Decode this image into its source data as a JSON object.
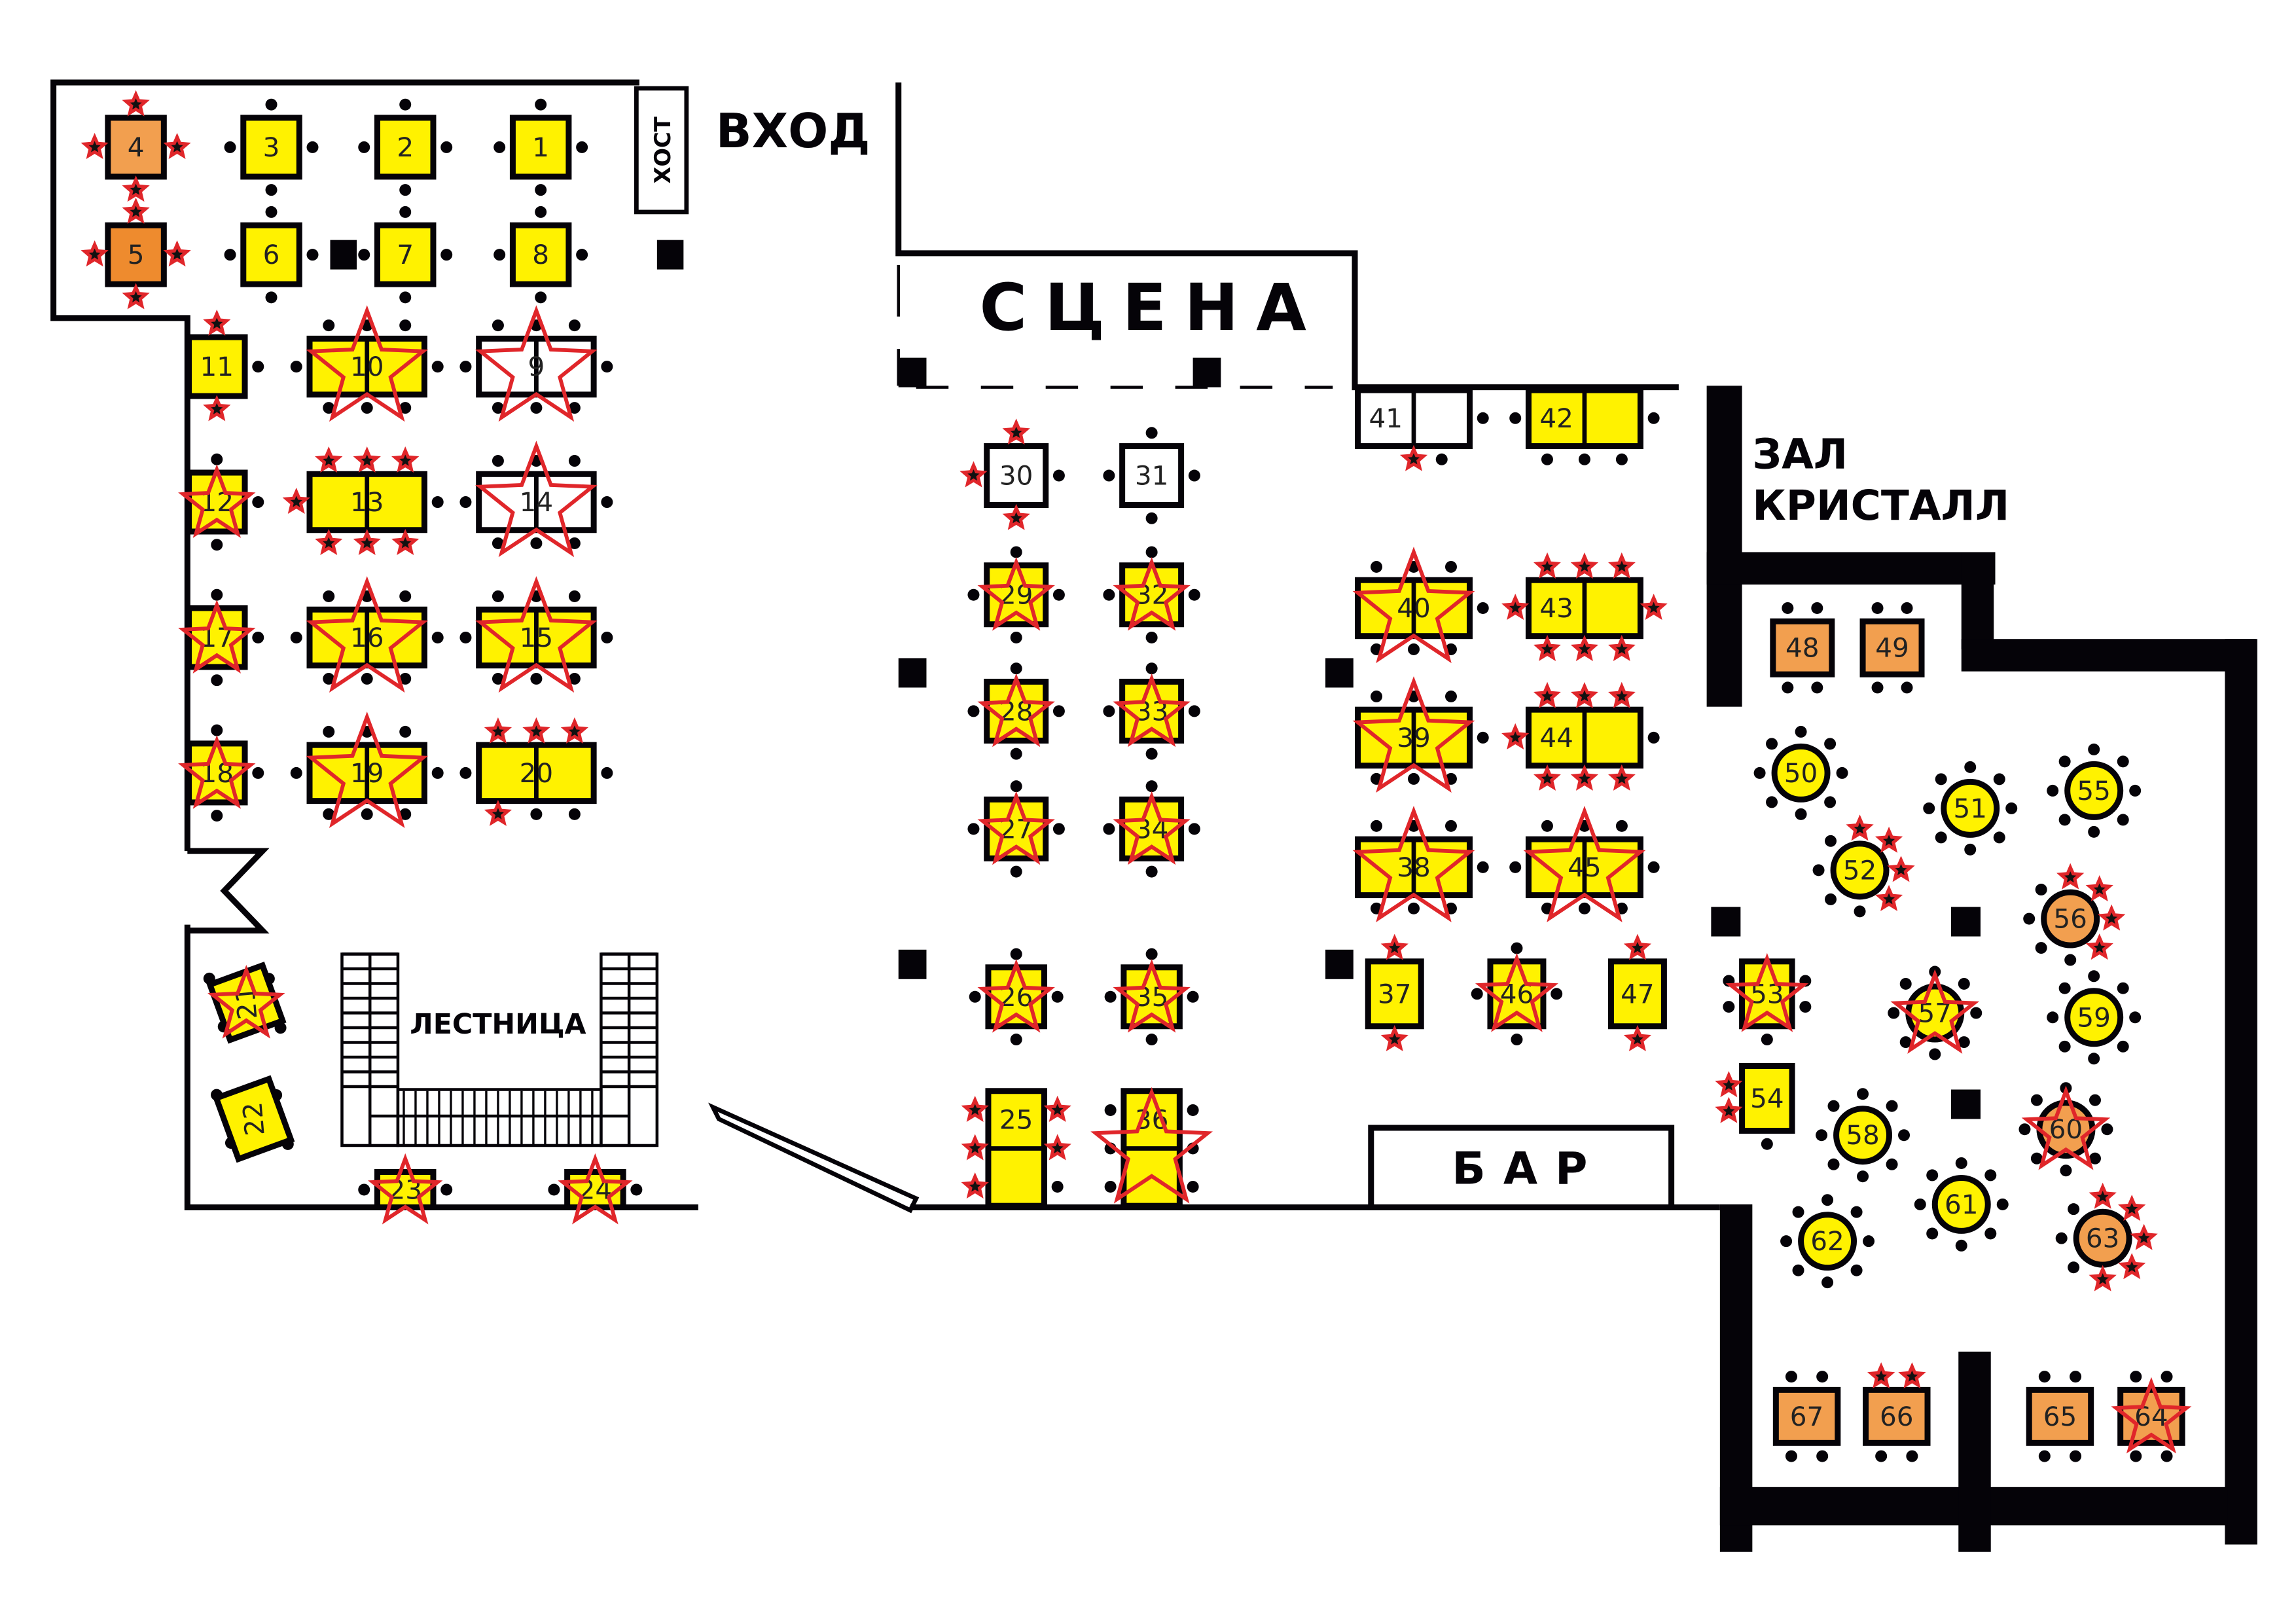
{
  "title": "План зала",
  "labels": {
    "entrance": "ВХОД",
    "host": "ХОСТ",
    "stage": "СЦЕНА",
    "hall": [
      "ЗАЛ",
      "КРИСТАЛЛ"
    ],
    "stairs": "ЛЕСТНИЦА",
    "bar": "БАР"
  },
  "colors": {
    "free": "#fff200",
    "orange": "#f29f4f",
    "orange_dark": "#ee8b2e",
    "unavailable": "#ffffff",
    "booked_mark": "#e0262a",
    "wall": "#050308"
  },
  "legend_meaning": {
    "big_star": "table booked",
    "small_star": "seat booked"
  },
  "tables": [
    {
      "id": "1",
      "color": "free",
      "booked": false,
      "seat_marks": 0
    },
    {
      "id": "2",
      "color": "free",
      "booked": false,
      "seat_marks": 0
    },
    {
      "id": "3",
      "color": "free",
      "booked": false,
      "seat_marks": 0
    },
    {
      "id": "4",
      "color": "orange",
      "booked": false,
      "seat_marks": 4
    },
    {
      "id": "5",
      "color": "orange_dark",
      "booked": false,
      "seat_marks": 4
    },
    {
      "id": "6",
      "color": "free",
      "booked": false,
      "seat_marks": 0
    },
    {
      "id": "7",
      "color": "free",
      "booked": false,
      "seat_marks": 0
    },
    {
      "id": "8",
      "color": "free",
      "booked": false,
      "seat_marks": 0
    },
    {
      "id": "9",
      "color": "unavailable",
      "booked": true,
      "seat_marks": 0
    },
    {
      "id": "10",
      "color": "free",
      "booked": true,
      "seat_marks": 0
    },
    {
      "id": "11",
      "color": "free",
      "booked": false,
      "seat_marks": 2
    },
    {
      "id": "12",
      "color": "free",
      "booked": true,
      "seat_marks": 0
    },
    {
      "id": "13",
      "color": "free",
      "booked": false,
      "seat_marks": 7
    },
    {
      "id": "14",
      "color": "unavailable",
      "booked": true,
      "seat_marks": 0
    },
    {
      "id": "15",
      "color": "free",
      "booked": true,
      "seat_marks": 0
    },
    {
      "id": "16",
      "color": "free",
      "booked": true,
      "seat_marks": 0
    },
    {
      "id": "17",
      "color": "free",
      "booked": true,
      "seat_marks": 0
    },
    {
      "id": "18",
      "color": "free",
      "booked": true,
      "seat_marks": 0
    },
    {
      "id": "19",
      "color": "free",
      "booked": true,
      "seat_marks": 0
    },
    {
      "id": "20",
      "color": "free",
      "booked": false,
      "seat_marks": 4
    },
    {
      "id": "21",
      "color": "free",
      "booked": true,
      "seat_marks": 0
    },
    {
      "id": "22",
      "color": "free",
      "booked": false,
      "seat_marks": 0
    },
    {
      "id": "23",
      "color": "free",
      "booked": true,
      "seat_marks": 0
    },
    {
      "id": "24",
      "color": "free",
      "booked": true,
      "seat_marks": 0
    },
    {
      "id": "25",
      "color": "free",
      "booked": false,
      "seat_marks": 5
    },
    {
      "id": "26",
      "color": "free",
      "booked": true,
      "seat_marks": 0
    },
    {
      "id": "27",
      "color": "free",
      "booked": true,
      "seat_marks": 0
    },
    {
      "id": "28",
      "color": "free",
      "booked": true,
      "seat_marks": 0
    },
    {
      "id": "29",
      "color": "free",
      "booked": true,
      "seat_marks": 0
    },
    {
      "id": "30",
      "color": "unavailable",
      "booked": false,
      "seat_marks": 3
    },
    {
      "id": "31",
      "color": "unavailable",
      "booked": false,
      "seat_marks": 0
    },
    {
      "id": "32",
      "color": "free",
      "booked": true,
      "seat_marks": 0
    },
    {
      "id": "33",
      "color": "free",
      "booked": true,
      "seat_marks": 0
    },
    {
      "id": "34",
      "color": "free",
      "booked": true,
      "seat_marks": 0
    },
    {
      "id": "35",
      "color": "free",
      "booked": true,
      "seat_marks": 0
    },
    {
      "id": "36",
      "color": "free",
      "booked": true,
      "seat_marks": 0
    },
    {
      "id": "37",
      "color": "free",
      "booked": false,
      "seat_marks": 2
    },
    {
      "id": "38",
      "color": "free",
      "booked": true,
      "seat_marks": 0
    },
    {
      "id": "39",
      "color": "free",
      "booked": true,
      "seat_marks": 0
    },
    {
      "id": "40",
      "color": "free",
      "booked": true,
      "seat_marks": 0
    },
    {
      "id": "41",
      "color": "unavailable",
      "booked": false,
      "seat_marks": 1
    },
    {
      "id": "42",
      "color": "free",
      "booked": false,
      "seat_marks": 0
    },
    {
      "id": "43",
      "color": "free",
      "booked": false,
      "seat_marks": 8
    },
    {
      "id": "44",
      "color": "free",
      "booked": false,
      "seat_marks": 7
    },
    {
      "id": "45",
      "color": "free",
      "booked": true,
      "seat_marks": 0
    },
    {
      "id": "46",
      "color": "free",
      "booked": true,
      "seat_marks": 0
    },
    {
      "id": "47",
      "color": "free",
      "booked": false,
      "seat_marks": 2
    },
    {
      "id": "48",
      "color": "orange",
      "booked": false,
      "seat_marks": 0
    },
    {
      "id": "49",
      "color": "orange",
      "booked": false,
      "seat_marks": 0
    },
    {
      "id": "50",
      "color": "free",
      "booked": false,
      "seat_marks": 0
    },
    {
      "id": "51",
      "color": "free",
      "booked": false,
      "seat_marks": 0
    },
    {
      "id": "52",
      "color": "free",
      "booked": false,
      "seat_marks": 4
    },
    {
      "id": "53",
      "color": "free",
      "booked": true,
      "seat_marks": 0
    },
    {
      "id": "54",
      "color": "free",
      "booked": false,
      "seat_marks": 2
    },
    {
      "id": "55",
      "color": "free",
      "booked": false,
      "seat_marks": 0
    },
    {
      "id": "56",
      "color": "orange",
      "booked": false,
      "seat_marks": 4
    },
    {
      "id": "57",
      "color": "free",
      "booked": true,
      "seat_marks": 0
    },
    {
      "id": "58",
      "color": "free",
      "booked": false,
      "seat_marks": 0
    },
    {
      "id": "59",
      "color": "free",
      "booked": false,
      "seat_marks": 0
    },
    {
      "id": "60",
      "color": "orange",
      "booked": true,
      "seat_marks": 0
    },
    {
      "id": "61",
      "color": "free",
      "booked": false,
      "seat_marks": 0
    },
    {
      "id": "62",
      "color": "free",
      "booked": false,
      "seat_marks": 0
    },
    {
      "id": "63",
      "color": "orange",
      "booked": false,
      "seat_marks": 5
    },
    {
      "id": "64",
      "color": "orange",
      "booked": true,
      "seat_marks": 0
    },
    {
      "id": "65",
      "color": "orange",
      "booked": false,
      "seat_marks": 0
    },
    {
      "id": "66",
      "color": "orange",
      "booked": false,
      "seat_marks": 2
    },
    {
      "id": "67",
      "color": "orange",
      "booked": false,
      "seat_marks": 0
    }
  ]
}
